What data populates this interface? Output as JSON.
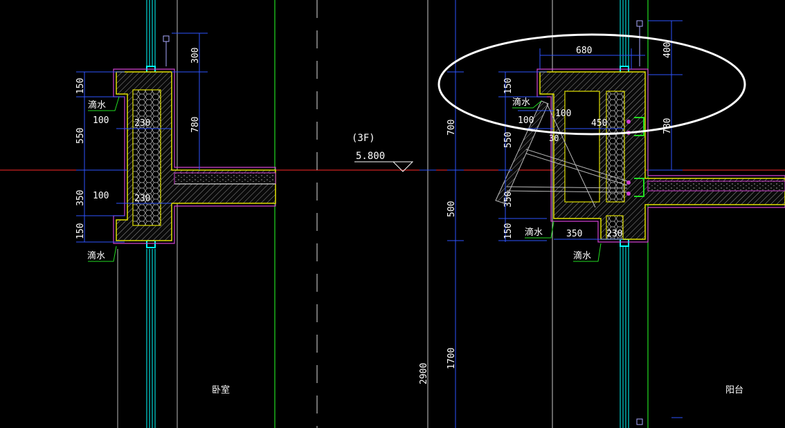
{
  "texts": {
    "left_dim_300": "300",
    "left_dim_780": "780",
    "left_dim_150_top": "150",
    "left_dim_550": "550",
    "left_dim_350": "350",
    "left_dim_150_bot": "150",
    "left_100_top": "100",
    "left_230_top": "230",
    "left_100_bot": "100",
    "left_230_bot": "230",
    "left_drip_top": "滴水",
    "left_drip_bot": "滴水",
    "room_bedroom": "卧室",
    "floor_tag": "(3F)",
    "level_value": "5.800",
    "mid_dim_700": "700",
    "mid_dim_500": "500",
    "mid_dim_1700": "1700",
    "mid_dim_2900": "2900",
    "right_dim_680": "680",
    "right_dim_400": "400",
    "right_dim_780": "780",
    "right_dim_150_top": "150",
    "right_dim_550": "550",
    "right_dim_350_v": "350",
    "right_dim_150_bot": "150",
    "right_100_a": "100",
    "right_100_b": "100",
    "right_30": "30",
    "right_450": "450",
    "right_350_h": "350",
    "right_230_h": "230",
    "right_drip_a": "滴水",
    "right_drip_b": "滴水",
    "right_drip_c": "滴水",
    "room_balcony": "阳台"
  },
  "colors": {
    "background": "#000000",
    "dimension_line": "#2e55ff",
    "wall_outline": "#e0e000",
    "finish_layer": "#d040d0",
    "axis_line": "#ff2a2a",
    "glazing": "#00ffff",
    "green_line": "#22dd22",
    "highlight_ellipse": "#ffffff"
  },
  "icons": {
    "level_marker": "level-triangle-icon",
    "window_frame": "window-frame-icon",
    "highlight": "highlight-ellipse-icon"
  }
}
